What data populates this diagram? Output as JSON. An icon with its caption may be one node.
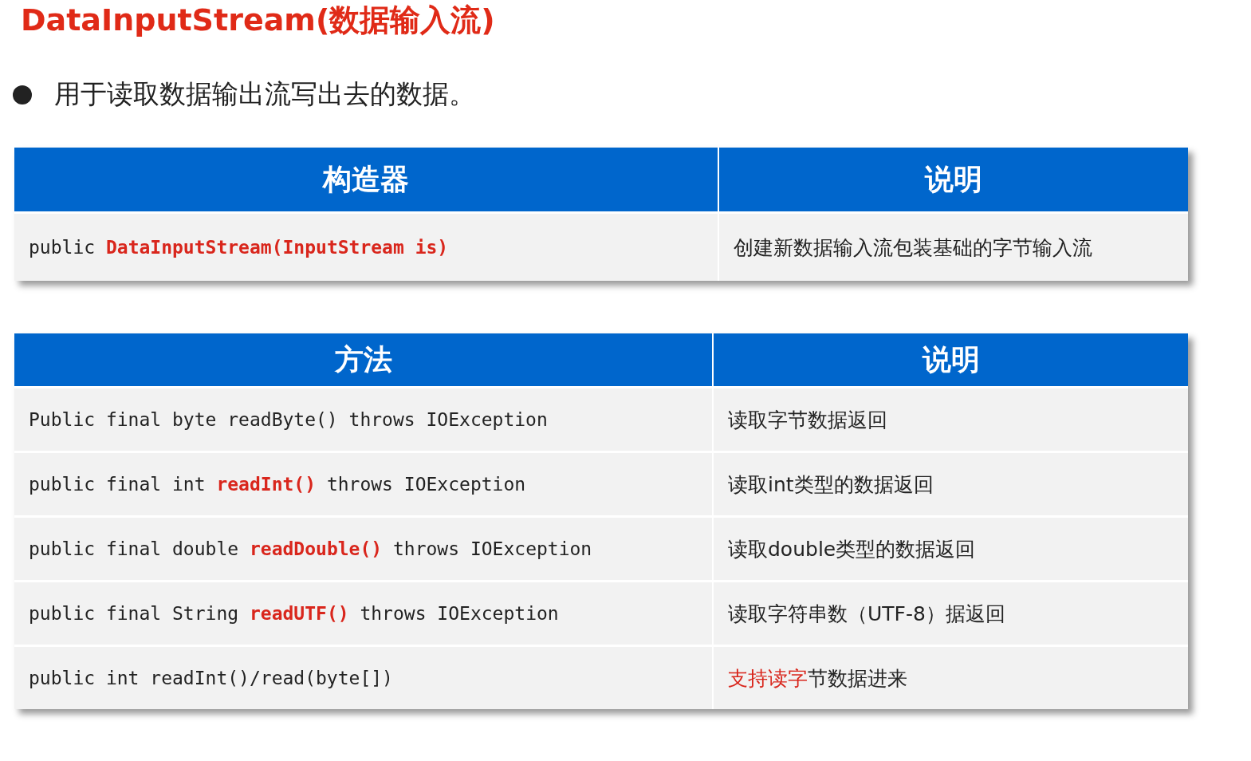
{
  "diagram": {
    "title": "DataInputStream(数据输入流)",
    "labels": [
      "用于读取数据输出流写出去的数据。",
      "构造器",
      "说明",
      "public **DataInputStream(InputStream is)**",
      "创建新数据输入流包装基础的字节输入流",
      "方法",
      "说明",
      "Public final byte readByte() throws IOException",
      "读取字节数据返回",
      "public final int **readInt()** throws IOException",
      "读取int类型的数据返回",
      "public final double **readDouble()** throws IOException",
      "读取double类型的数据返回",
      "public final String **readUTF()** throws IOException",
      "读取字符串数（UTF-8）据返回",
      "public int readInt()/read(byte[])",
      "**支持读字**节数据进来"
    ]
  }
}
